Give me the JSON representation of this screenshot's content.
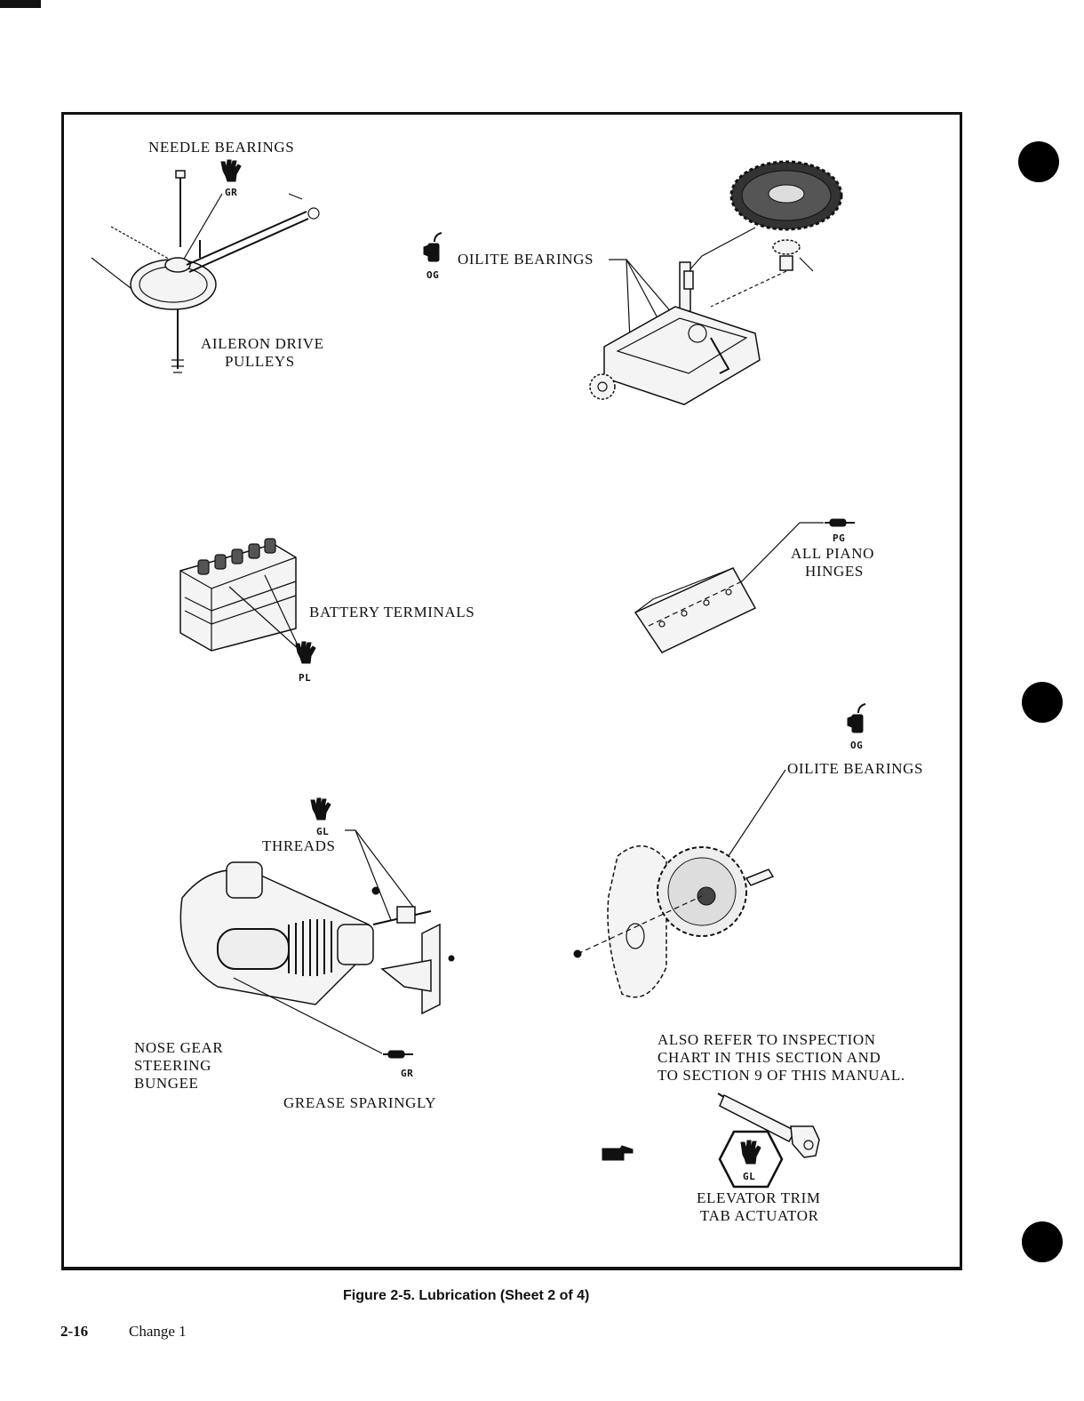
{
  "page": {
    "caption": "Figure 2-5.   Lubrication (Sheet 2 of 4)",
    "footer_page": "2-16",
    "footer_change": "Change 1"
  },
  "aileron": {
    "label_top": "NEEDLE BEARINGS",
    "code_top": "GR",
    "label_bottom_1": "AILERON DRIVE",
    "label_bottom_2": "PULLEYS"
  },
  "trim_wheel": {
    "code": "OG",
    "label": "OILITE BEARINGS"
  },
  "battery": {
    "label": "BATTERY TERMINALS",
    "code": "PL"
  },
  "hinges": {
    "code": "PG",
    "label_1": "ALL PIANO",
    "label_2": "HINGES"
  },
  "wheel_assembly": {
    "code": "OG",
    "label": "OILITE BEARINGS"
  },
  "nose_gear": {
    "code_threads": "GL",
    "label_threads": "THREADS",
    "label_1": "NOSE GEAR",
    "label_2": "STEERING",
    "label_3": "BUNGEE",
    "code_grease": "GR",
    "label_grease": "GREASE SPARINGLY"
  },
  "reference": {
    "line_1": "ALSO REFER TO INSPECTION",
    "line_2": "CHART IN THIS SECTION AND",
    "line_3": "TO SECTION 9 OF THIS MANUAL."
  },
  "actuator": {
    "code": "GL",
    "label_1": "ELEVATOR TRIM",
    "label_2": "TAB ACTUATOR"
  },
  "icons": [
    "hand-grease-icon",
    "oil-can-icon",
    "grease-gun-icon",
    "pointing-hand-icon"
  ]
}
